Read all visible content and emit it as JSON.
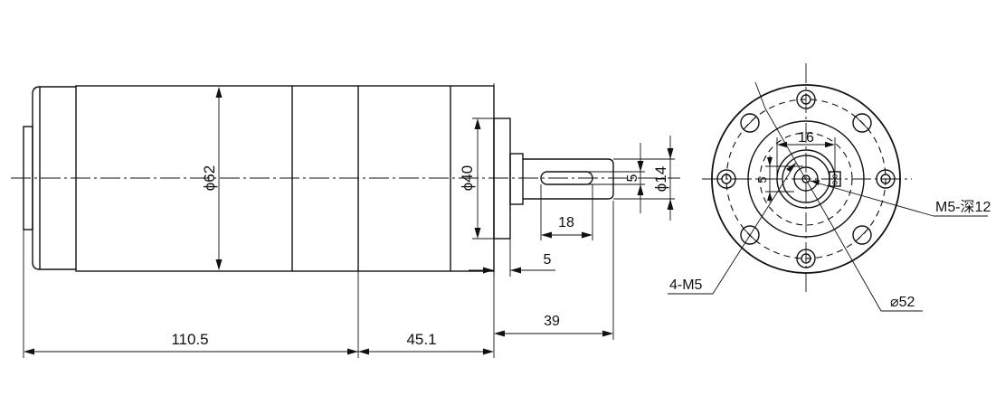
{
  "dimensions": {
    "dia_62": "ϕ62",
    "dia_40": "ϕ40",
    "dia_14": "ϕ14",
    "key_5": "5",
    "key_len_18": "18",
    "pilot_5": "5",
    "len_110_5": "110.5",
    "len_45_1": "45.1",
    "shaft_39": "39",
    "hole_spacing_16": "16",
    "key_depth_5": "5",
    "bolt_circle_52": "⌀52",
    "mount_holes": "4-M5",
    "center_thread": "M5-深12"
  }
}
